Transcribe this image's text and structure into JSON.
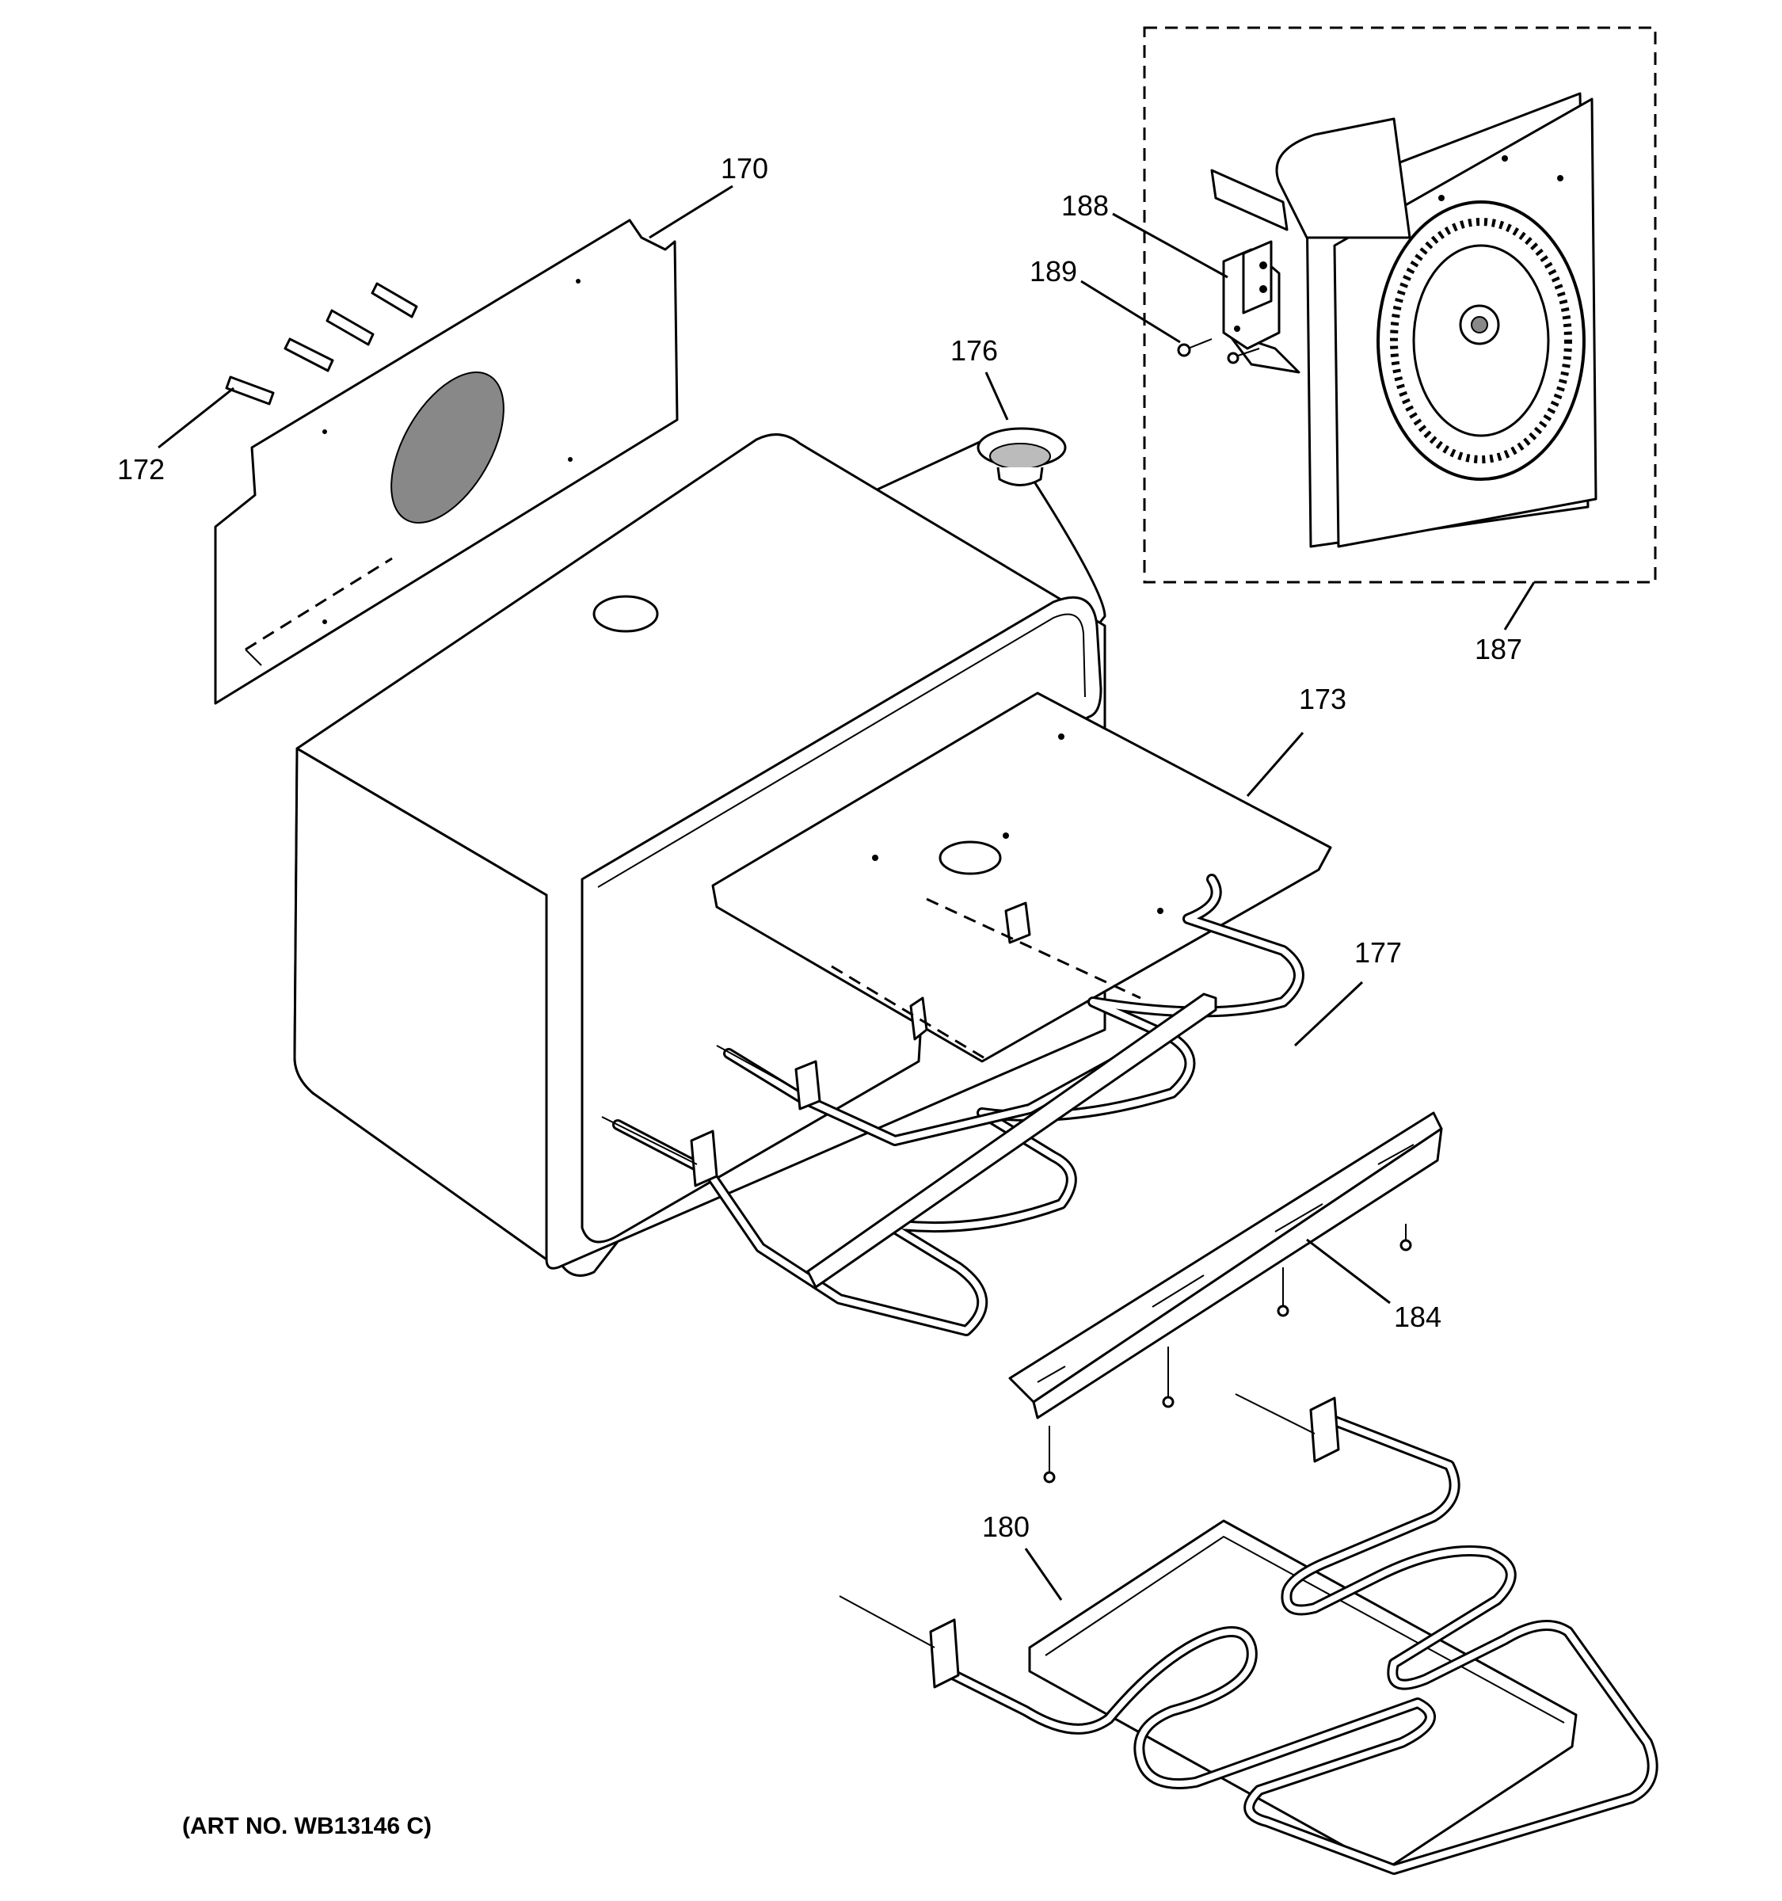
{
  "callouts": {
    "c170": "170",
    "c172": "172",
    "c176": "176",
    "c188": "188",
    "c189": "189",
    "c187": "187",
    "c173": "173",
    "c177": "177",
    "c184": "184",
    "c180": "180"
  },
  "art_number": "(ART NO. WB13146 C)"
}
